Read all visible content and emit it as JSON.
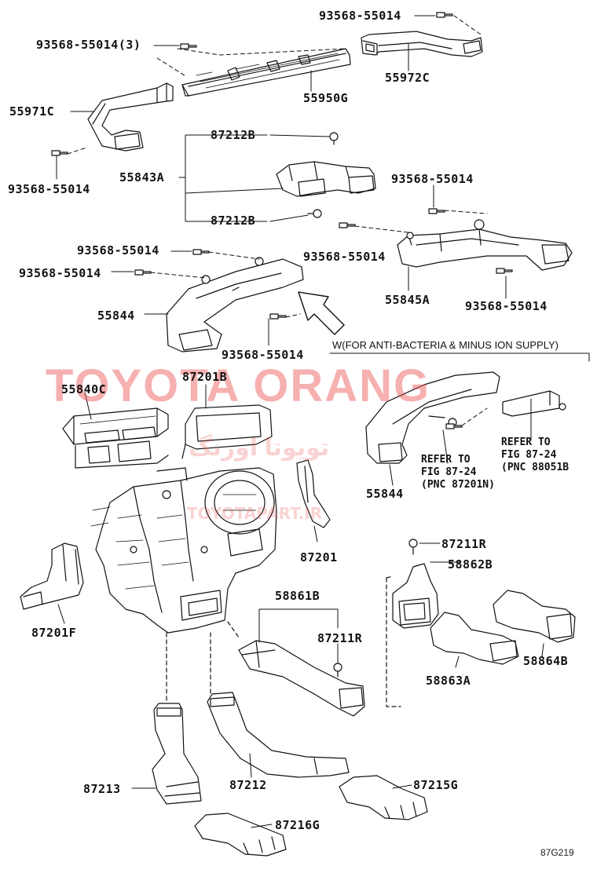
{
  "labels": {
    "bolt_3": "93568-55014(3)",
    "bolt_top_right": "93568-55014",
    "p55972c": "55972C",
    "p55950g": "55950G",
    "p55971c": "55971C",
    "bolt_left_1": "93568-55014",
    "p87212b_top": "87212B",
    "p55843a": "55843A",
    "p87212b_bot": "87212B",
    "bolt_right_2": "93568-55014",
    "bolt_right_3": "93568-55014",
    "bolt_left_2": "93568-55014",
    "bolt_left_3": "93568-55014",
    "p55845a": "55845A",
    "bolt_right_4": "93568-55014",
    "p55844_top": "55844",
    "bolt_mid": "93568-55014",
    "p55840c": "55840C",
    "p87201b": "87201B",
    "p55844_bot": "55844",
    "p87201": "87201",
    "p87211r_top": "87211R",
    "p58862b": "58862B",
    "p58861b": "58861B",
    "p87201f": "87201F",
    "p87211r_bot": "87211R",
    "p58864b": "58864B",
    "p58863a": "58863A",
    "p87213": "87213",
    "p87212": "87212",
    "p87215g": "87215G",
    "p87216g": "87216G"
  },
  "note_w": "W(FOR ANTI-BACTERIA & MINUS ION SUPPLY)",
  "refer_1": "REFER TO\nFIG 87-24\n(PNC 87201N)",
  "refer_2": "REFER TO\nFIG 87-24\n(PNC 88051B",
  "watermark": {
    "main": "TOYOTA ORANG",
    "persian": "تویوتا اورنگ",
    "url": "TOYOTAPART.IR"
  },
  "figure_code": "87G219"
}
